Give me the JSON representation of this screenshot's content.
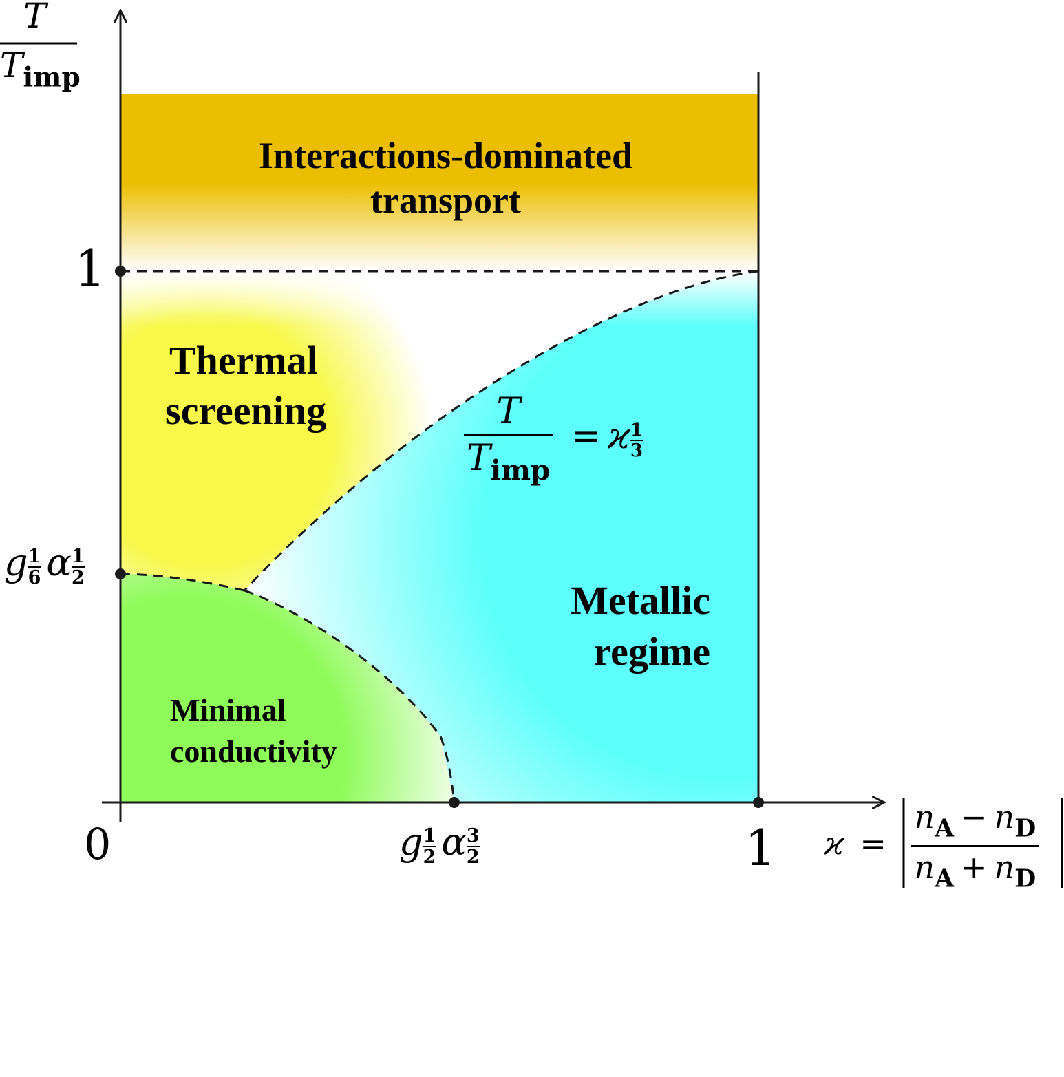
{
  "diagram": {
    "y_axis_label": {
      "numerator": "T",
      "denominator_base": "T",
      "denominator_sub": "imp"
    },
    "x_axis_label": {
      "lhs": "ϰ",
      "eq": "=",
      "num_a": "n",
      "num_a_sub": "A",
      "num_op": "−",
      "num_b": "n",
      "num_b_sub": "D",
      "den_a": "n",
      "den_a_sub": "A",
      "den_op": "+",
      "den_b": "n",
      "den_b_sub": "D"
    },
    "ticks": {
      "origin": "0",
      "x_one": "1",
      "y_one": "1",
      "y_mid": {
        "base1": "g",
        "exp1_num": "1",
        "exp1_den": "6",
        "base2": "α",
        "exp2_num": "1",
        "exp2_den": "2"
      },
      "x_mid": {
        "base1": "g",
        "exp1_num": "1",
        "exp1_den": "2",
        "base2": "α",
        "exp2_num": "3",
        "exp2_den": "2"
      }
    },
    "regions": {
      "interactions": [
        "Interactions-dominated",
        "transport"
      ],
      "thermal": [
        "Thermal",
        "screening"
      ],
      "metallic": [
        "Metallic",
        "regime"
      ],
      "minimal": [
        "Minimal",
        "conductivity"
      ]
    },
    "curve_label": {
      "num": "T",
      "den_base": "T",
      "den_sub": "imp",
      "eq": "=",
      "rhs": "ϰ",
      "exp_num": "1",
      "exp_den": "3"
    },
    "colors": {
      "interactions": "#ecbe00",
      "thermal": "#f8f84a",
      "metallic": "#5cfffb",
      "minimal": "#8ffb5a",
      "axis": "#1a1a1a"
    }
  }
}
